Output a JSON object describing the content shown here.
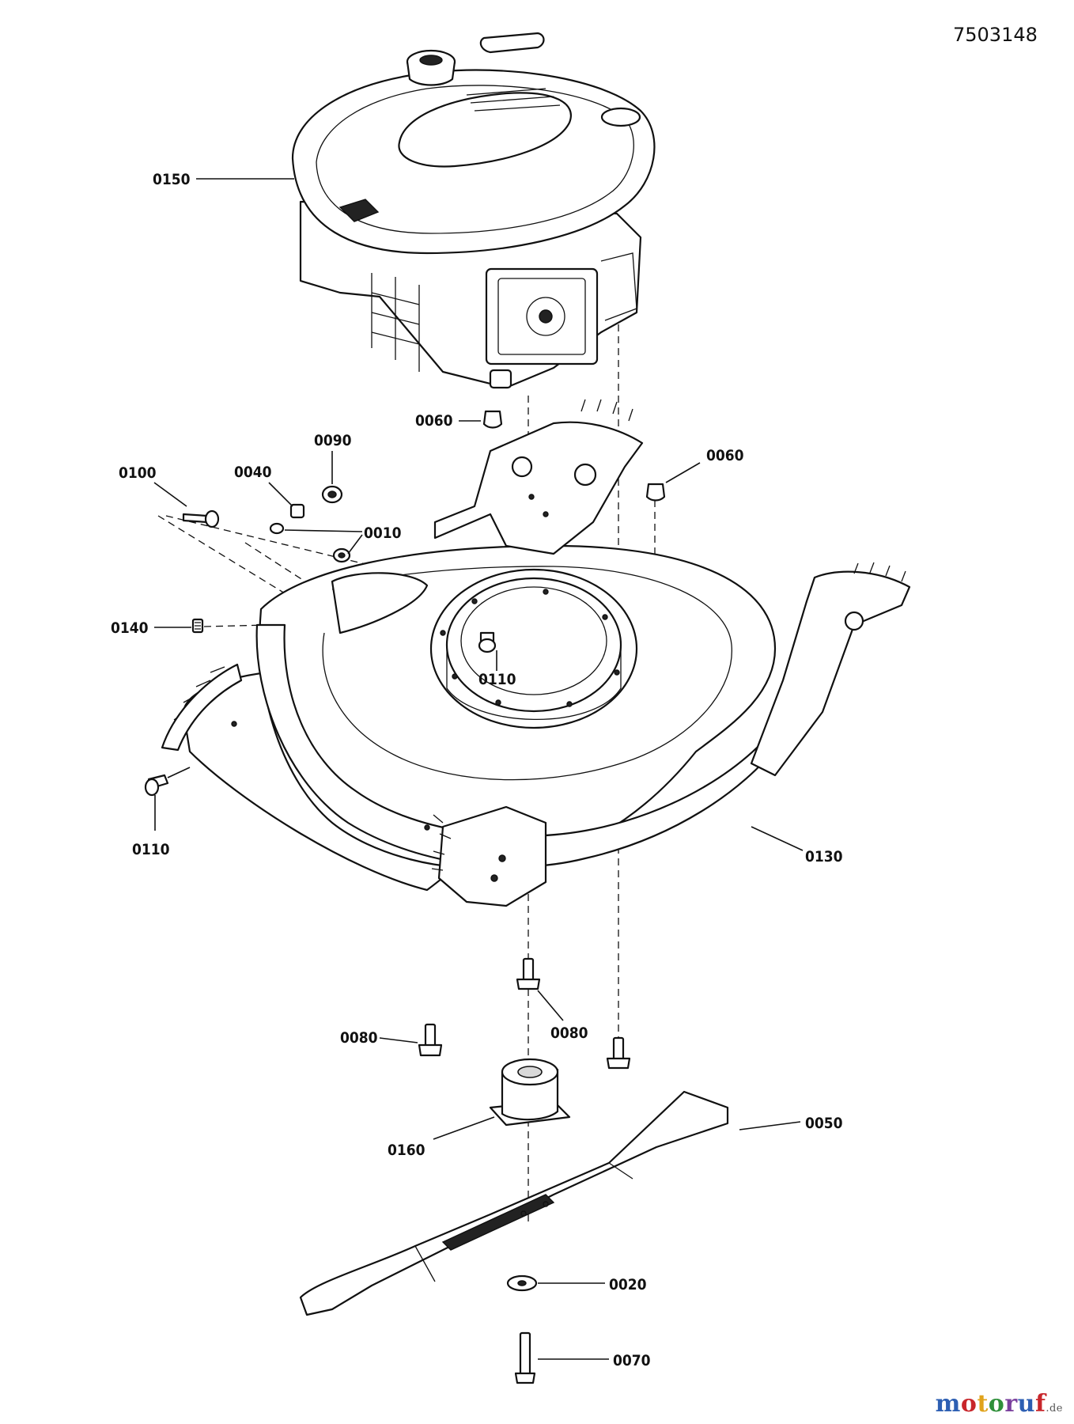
{
  "document_number": "7503148",
  "watermark": {
    "brand": "motoruf",
    "suffix": ".de",
    "colors": [
      "#2d5fb3",
      "#c8262b",
      "#e0a31c",
      "#2f8f3a",
      "#7a3f9d"
    ]
  },
  "callouts": {
    "c0150": "0150",
    "c0060a": "0060",
    "c0060b": "0060",
    "c0090": "0090",
    "c0040": "0040",
    "c0100": "0100",
    "c0010": "0010",
    "c0140": "0140",
    "c0110a": "0110",
    "c0110b": "0110",
    "c0130": "0130",
    "c0080a": "0080",
    "c0080b": "0080",
    "c0160": "0160",
    "c0050": "0050",
    "c0020": "0020",
    "c0070": "0070"
  }
}
